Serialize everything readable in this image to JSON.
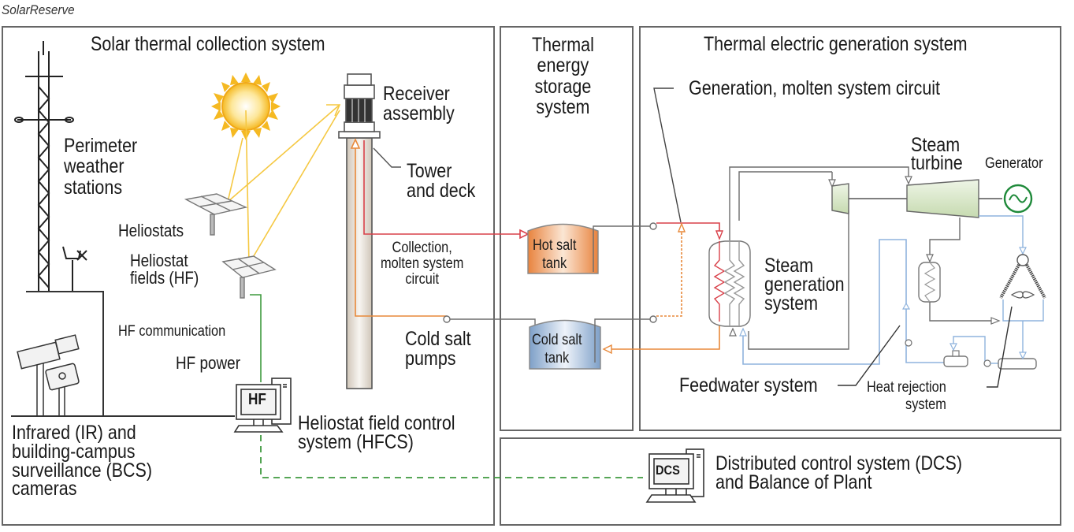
{
  "credit": "SolarReserve",
  "sections": {
    "solar_collection": "Solar thermal collection system",
    "storage": "Thermal\nenergy\nstorage\nsystem",
    "generation": "Thermal electric generation system"
  },
  "labels": {
    "perimeter_weather": "Perimeter\nweather\nstations",
    "heliostats": "Heliostats",
    "heliostat_fields": "Heliostat\nfields (HF)",
    "hf_communication": "HF communication",
    "hf_power": "HF power",
    "ir_cameras": "Infrared (IR) and\nbuilding-campus\nsurveillance (BCS)\ncameras",
    "hfcs": "Heliostat field control\nsystem (HFCS)",
    "receiver": "Receiver\nassembly",
    "tower": "Tower\nand deck",
    "collection_circuit": "Collection,\nmolten system\ncircuit",
    "cold_pumps": "Cold salt\npumps",
    "hot_tank": "Hot salt\ntank",
    "cold_tank": "Cold salt\ntank",
    "generation_circuit": "Generation, molten system circuit",
    "steam_turbine": "Steam\nturbine",
    "generator": "Generator",
    "steam_generation": "Steam\ngeneration\nsystem",
    "feedwater": "Feedwater system",
    "heat_rejection": "Heat rejection\nsystem",
    "dcs": "Distributed control system (DCS)\nand Balance of Plant",
    "hf_screen": "HF",
    "dcs_screen": "DCS"
  },
  "colors": {
    "hot_line": "#d9414a",
    "cold_line": "#e8893a",
    "sun_ray": "#f5c842",
    "comm_line": "#3f9a3f",
    "feedwater_line": "#8fb3dd",
    "gray_line": "#6d6d6d",
    "turbine_fill": "#d8e6c8",
    "generator": "#1f8a3a"
  }
}
